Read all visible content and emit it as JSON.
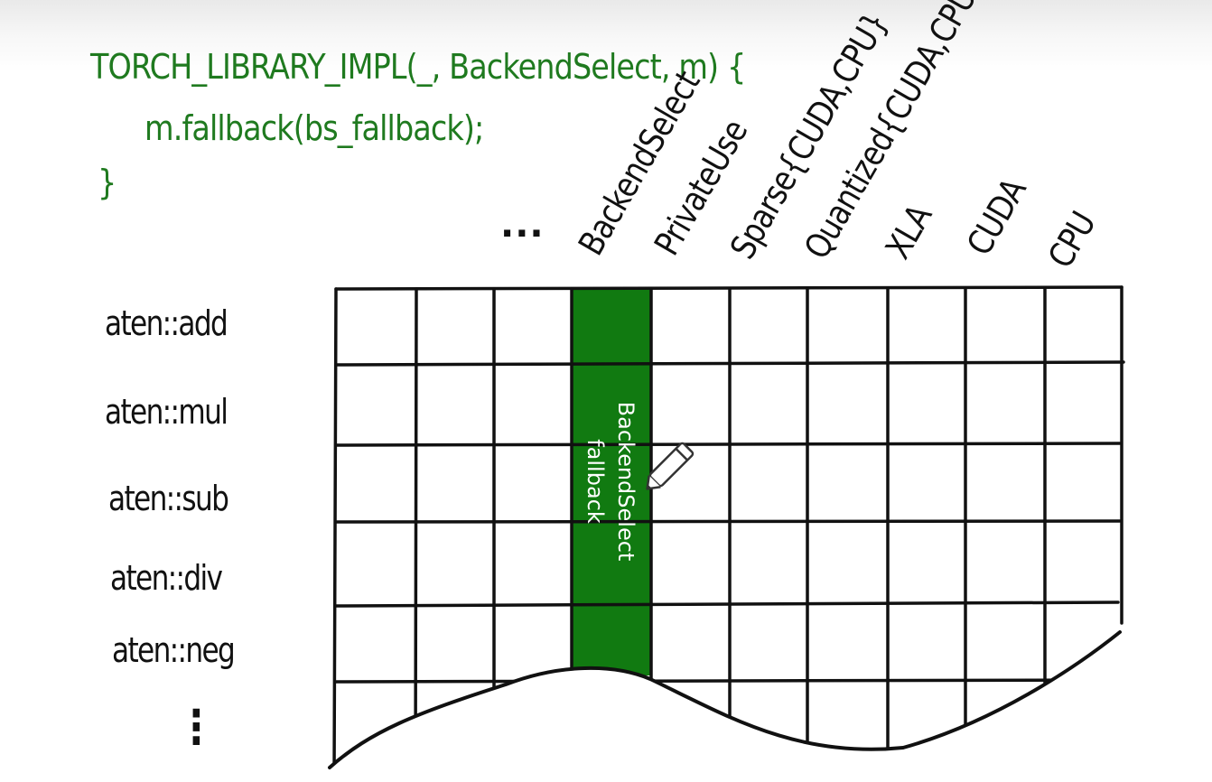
{
  "code": {
    "line1": "TORCH_LIBRARY_IMPL(_, BackendSelect, m) {",
    "line2": "m.fallback(bs_fallback);",
    "line3": "}"
  },
  "columns": {
    "ellipsis": "...",
    "labels": [
      "BackendSelect",
      "PrivateUse",
      "Sparse{CUDA,CPU}",
      "Quantized{CUDA,CPU}",
      "XLA",
      "CUDA",
      "CPU"
    ]
  },
  "rows": {
    "labels": [
      "aten::add",
      "aten::mul",
      "aten::sub",
      "aten::div",
      "aten::neg"
    ],
    "ellipsis": "⋮"
  },
  "highlight": {
    "column": "BackendSelect",
    "text_line1": "BackendSelect",
    "text_line2": "fallback",
    "color": "#117a11"
  },
  "colors": {
    "code_green": "#1f7a1f",
    "ink": "#111111",
    "column_fill": "#117a11"
  },
  "icons": {
    "pencil": "pencil-icon"
  }
}
